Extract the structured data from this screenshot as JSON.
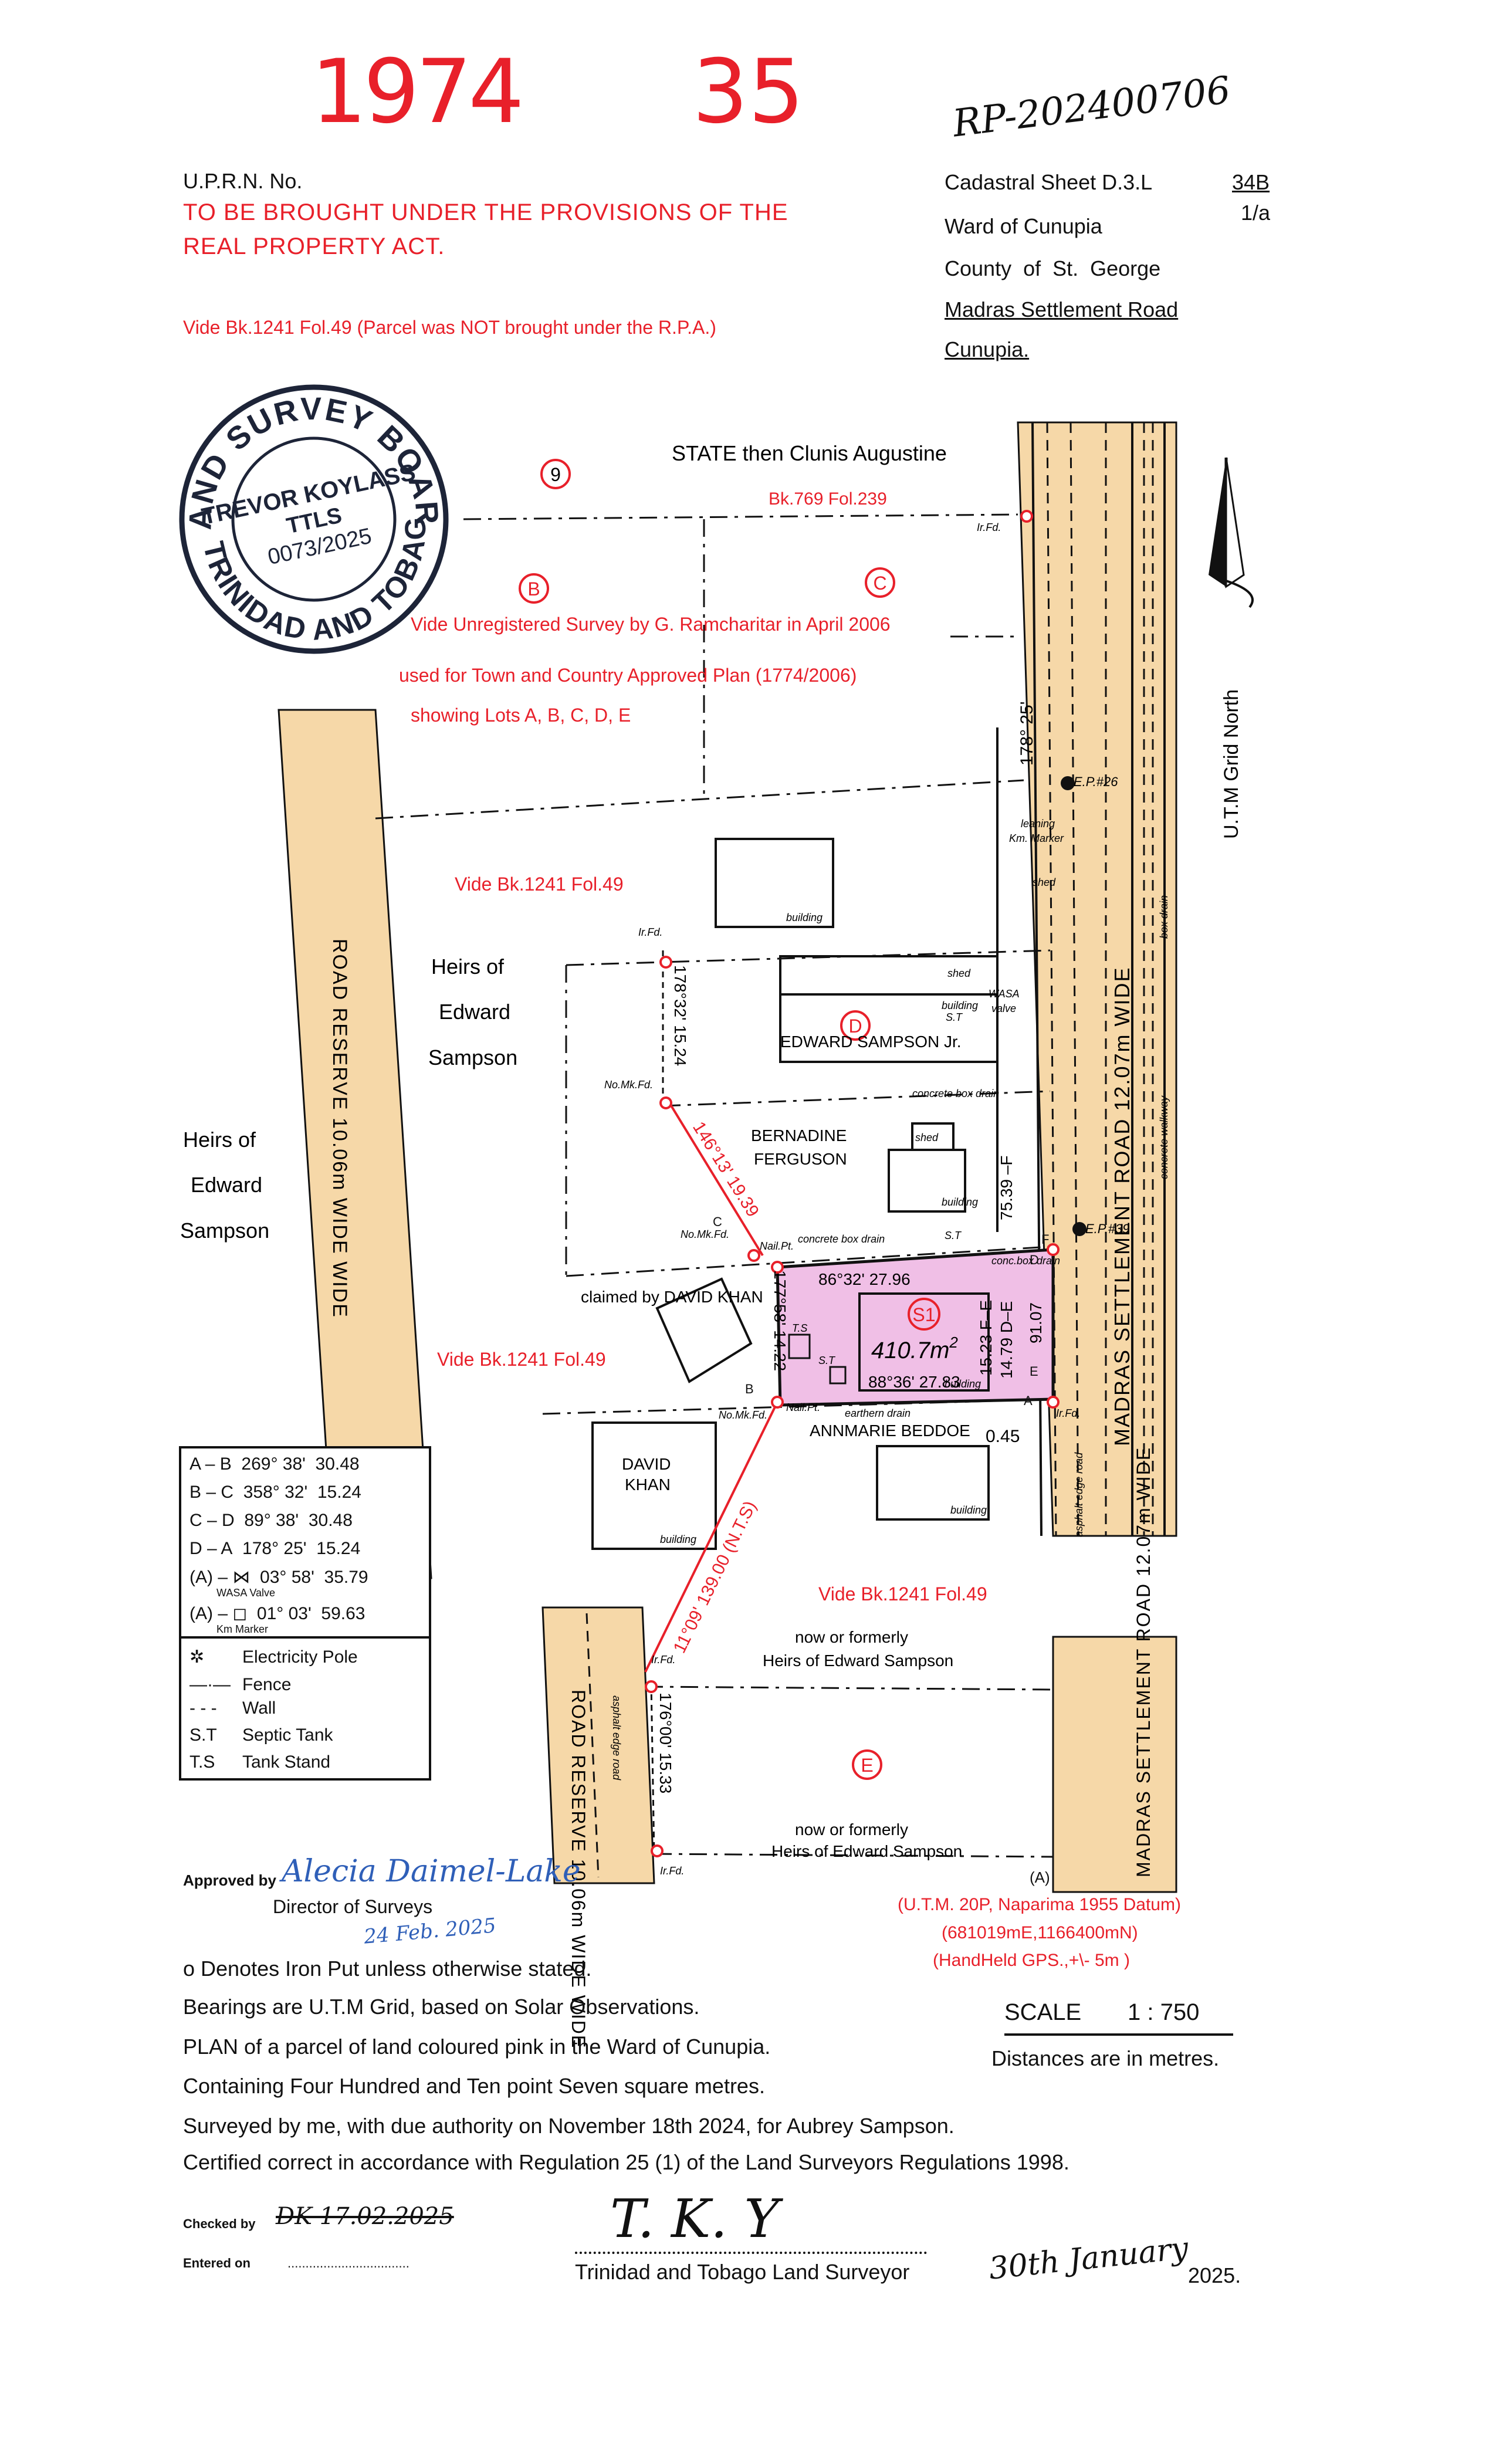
{
  "header": {
    "number_left": "1974",
    "number_right": "35",
    "reference": "RP-202400706",
    "uprn": "U.P.R.N. No.",
    "rpa_line1": "TO BE BROUGHT UNDER THE PROVISIONS OF THE",
    "rpa_line2": "REAL PROPERTY ACT.",
    "vide_note": "Vide Bk.1241 Fol.49 (Parcel was NOT brought under the R.P.A.)"
  },
  "sheet_info": {
    "cadastral_prefix": "Cadastral Sheet D.3.L",
    "sheet_top": "34B",
    "sheet_bottom": "1/a",
    "ward": "Ward of Cunupia",
    "county": "County of St. George",
    "road": "Madras Settlement Road",
    "town": "Cunupia."
  },
  "stamp": {
    "top_arc": "LAND SURVEY BOARD",
    "bottom_arc": "OF TRINIDAD AND TOBAGO",
    "name": "TREVOR KOYLASS",
    "title": "TTLS",
    "number": "0073/2025"
  },
  "plan": {
    "lot_9": "9",
    "lot_b": "B",
    "lot_c": "C",
    "lot_d": "D",
    "lot_e": "E",
    "lot_s1": "S1",
    "state_owner": "STATE then Clunis Augustine",
    "state_ref": "Bk.769 Fol.239",
    "unreg_line1": "Vide Unregistered Survey by G. Ramcharitar in April 2006",
    "unreg_line2": "used for Town and Country Approved Plan (1774/2006)",
    "unreg_line3": "showing Lots A, B, C, D, E",
    "vide_1": "Vide Bk.1241 Fol.49",
    "vide_2": "Vide Bk.1241 Fol.49",
    "vide_3": "Vide Bk.1241 Fol.49",
    "heirs_1a": "Heirs of",
    "heirs_1b": "Edward",
    "heirs_1c": "Sampson",
    "heirs_2a": "Heirs of",
    "heirs_2b": "Edward",
    "heirs_2c": "Sampson",
    "road_reserve_left": "ROAD   RESERVE   10.06m   WIDE WIDE",
    "road_reserve_bottom": "ROAD   RESERVE   10.06m   WIDE WIDE",
    "madras_road": "MADRAS   SETTLEMENT   ROAD   12.07m   WIDE",
    "madras_road_bottom": "MADRAS   SETTLEMENT   ROAD   12.07m   WIDE",
    "grid_north": "U.T.M Grid  North",
    "edward_jr": "EDWARD SAMPSON Jr.",
    "bernadine_1": "BERNADINE",
    "bernadine_2": "FERGUSON",
    "claimed": "claimed by DAVID KHAN",
    "annmarie": "ANNMARIE BEDDOE",
    "david_1": "DAVID",
    "david_2": "KHAN",
    "now_formerly_1": "now or formerly",
    "now_formerly_1b": "Heirs of Edward Sampson",
    "now_formerly_2": "now or formerly",
    "now_formerly_2b": "Heirs of Edward Sampson",
    "area": "410.7m",
    "area_sup": "2",
    "bearing_top": "86°32'  27.96",
    "bearing_bottom": "88°36'  27.83",
    "bearing_right_1": "15.23  F–E",
    "bearing_right_2": "14.79  D–E",
    "bearing_left": "177°58'  14.22",
    "bearing_9107": "91.07",
    "bearing_7539": "75.39  –F",
    "bearing_17825": "178°  25'",
    "bearing_17832": "178°32'  15.24",
    "bearing_14613": "146°13'  19.39",
    "bearing_long": "11°09'  139.00  (N.T.S)",
    "bearing_17600": "176°00'  15.33",
    "offset_045": "0.45",
    "label_building": "building",
    "label_shed": "shed",
    "label_concrete_drain": "concrete box drain",
    "label_conc_drain": "conc.box drain",
    "label_earthen_drain": "earthern drain",
    "label_wasa": "WASA",
    "label_valve": "valve",
    "label_irfd": "Ir.Fd.",
    "label_nomkfd": "No.Mk.Fd.",
    "label_nailpt": "Nail.Pt.",
    "label_st": "S.T",
    "label_ts": "T.S",
    "label_ep26": "E.P.#26",
    "label_ep39": "E.P.#39",
    "label_leaning": "leaning",
    "label_kmmarker": "Km. Marker",
    "label_asphalt": "asphalt edge road",
    "label_walkway": "concrete walkway",
    "label_boxdrain": "box drain",
    "point_a": "A",
    "point_b": "B",
    "point_c": "C",
    "point_d": "D",
    "point_e": "E",
    "point_f": "F"
  },
  "legend": {
    "rows": [
      {
        "from": "A – B",
        "bearing": "269° 38'",
        "dist": "30.48"
      },
      {
        "from": "B – C",
        "bearing": "358° 32'",
        "dist": "15.24"
      },
      {
        "from": "C – D",
        "bearing": "89° 38'",
        "dist": "30.48"
      },
      {
        "from": "D – A",
        "bearing": "178° 25'",
        "dist": "15.24"
      },
      {
        "from": "(A) – ⋈",
        "bearing": "03° 58'",
        "dist": "35.79"
      },
      {
        "from": "(A) – ◻",
        "bearing": "01° 03'",
        "dist": "59.63"
      }
    ],
    "wasa_note": "WASA Valve",
    "km_note": "Km Marker",
    "symbols": [
      {
        "sym": "✲",
        "label": "Electricity Pole"
      },
      {
        "sym": "—·—",
        "label": "Fence"
      },
      {
        "sym": "- - -",
        "label": "Wall"
      },
      {
        "sym": "S.T",
        "label": "Septic Tank"
      },
      {
        "sym": "T.S",
        "label": "Tank Stand"
      }
    ]
  },
  "reference_point": {
    "label": "(A)",
    "line1": "(U.T.M. 20P, Naparima 1955 Datum)",
    "line2": "(681019mE,1166400mN)",
    "line3": "(HandHeld GPS.,+\\- 5m )"
  },
  "approval": {
    "approved_by": "Approved by",
    "signature": "Alecia Daimel-Lake",
    "director": "Director of Surveys",
    "date_hand": "24 Feb. 2025"
  },
  "notes": {
    "iron_put": "o  Denotes Iron Put unless otherwise stated.",
    "bearings": "Bearings are U.T.M Grid, based on Solar Observations.",
    "plan_of": "PLAN of a parcel of land coloured pink in the Ward of Cunupia.",
    "containing": "Containing Four Hundred and Ten point Seven square metres.",
    "surveyed": "Surveyed by me, with due authority on November 18th 2024, for Aubrey Sampson.",
    "certified": "Certified correct in accordance with Regulation 25 (1) of the Land Surveyors Regulations 1998.",
    "scale_label": "SCALE",
    "scale_value": "1 : 750",
    "distances": "Distances are in metres."
  },
  "footer": {
    "checked_by": "Checked by",
    "checked_hand": "DK 17.02.2025",
    "entered_on": "Entered on",
    "entered_dots": "..................................",
    "surveyor_sig": "T. K. Y",
    "surveyor_title": "Trinidad and Tobago Land Surveyor",
    "date_hand": "30th January",
    "date_year": "2025."
  },
  "colors": {
    "red": "#e8202a",
    "road_fill": "#f6d8a8",
    "parcel_fill": "#f0bfe6",
    "ink": "#111111",
    "blue_ink": "#2f5fb8"
  }
}
